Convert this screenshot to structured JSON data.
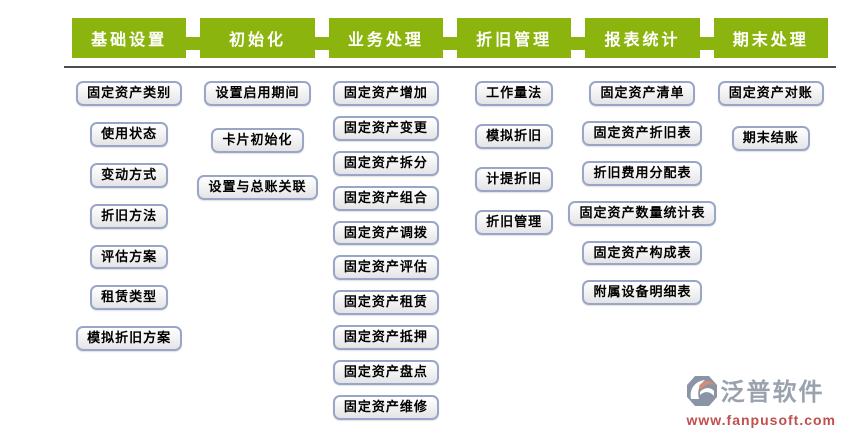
{
  "columns": [
    {
      "tab": "基础设置",
      "items": [
        "固定资产类别",
        "使用状态",
        "变动方式",
        "折旧方法",
        "评估方案",
        "租赁类型",
        "模拟折旧方案"
      ]
    },
    {
      "tab": "初始化",
      "items": [
        "设置启用期间",
        "卡片初始化",
        "设置与总账关联"
      ]
    },
    {
      "tab": "业务处理",
      "items": [
        "固定资产增加",
        "固定资产变更",
        "固定资产拆分",
        "固定资产组合",
        "固定资产调拨",
        "固定资产评估",
        "固定资产租赁",
        "固定资产抵押",
        "固定资产盘点",
        "固定资产维修"
      ]
    },
    {
      "tab": "折旧管理",
      "items": [
        "工作量法",
        "模拟折旧",
        "计提折旧",
        "折旧管理"
      ]
    },
    {
      "tab": "报表统计",
      "items": [
        "固定资产清单",
        "固定资产折旧表",
        "折旧费用分配表",
        "固定资产数量统计表",
        "固定资产构成表",
        "附属设备明细表"
      ]
    },
    {
      "tab": "期末处理",
      "items": [
        "固定资产对账",
        "期末结账"
      ]
    }
  ],
  "branding": {
    "name": "泛普软件",
    "url": "www.fanpusoft.com",
    "logo_icon": "fanpu-logo-icon"
  },
  "colors": {
    "tab_green": "#8CB40F",
    "box_border": "#9AA6C8",
    "divider_gray": "#4D4D4D",
    "brand_text_gray": "#9AA2AE",
    "brand_red": "#C0504D",
    "logo_salmon": "#D98A74",
    "logo_gray": "#8A94A4"
  }
}
